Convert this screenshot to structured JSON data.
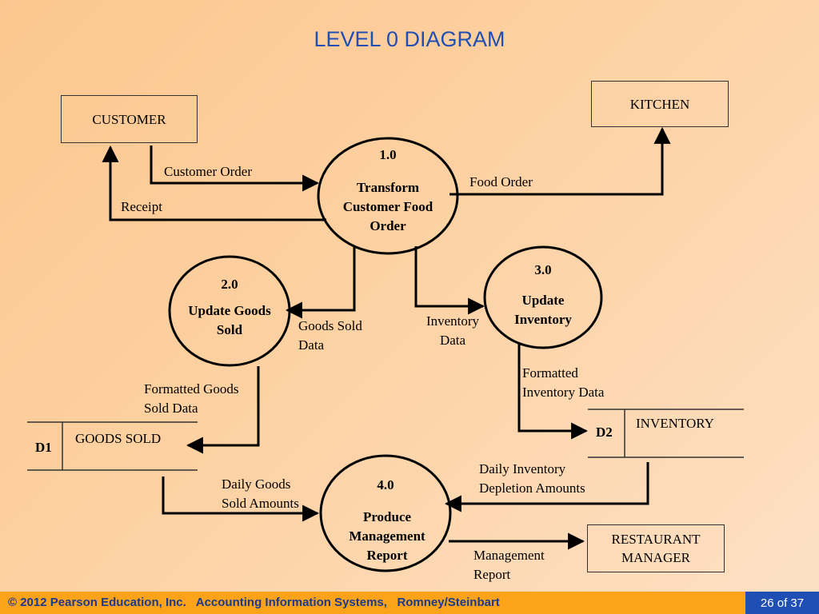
{
  "title": "LEVEL 0 DIAGRAM",
  "entities": {
    "customer": "CUSTOMER",
    "kitchen": "KITCHEN",
    "manager": "RESTAURANT MANAGER"
  },
  "processes": [
    {
      "number": "1.0",
      "name": "Transform Customer Food Order"
    },
    {
      "number": "2.0",
      "name": "Update Goods Sold"
    },
    {
      "number": "3.0",
      "name": "Update Inventory"
    },
    {
      "number": "4.0",
      "name": "Produce Management Report"
    }
  ],
  "stores": [
    {
      "id": "D1",
      "name": "GOODS SOLD"
    },
    {
      "id": "D2",
      "name": "INVENTORY"
    }
  ],
  "flows": {
    "customer_order": "Customer Order",
    "receipt": "Receipt",
    "food_order": "Food Order",
    "goods_sold_data": "Goods Sold Data",
    "inventory_data": "Inventory Data",
    "formatted_goods_sold_data": "Formatted Goods Sold Data",
    "formatted_inventory_data": "Formatted Inventory Data",
    "daily_goods_sold_amounts": "Daily Goods Sold Amounts",
    "daily_inventory_depletion_amounts": "Daily Inventory Depletion Amounts",
    "management_report": "Management Report"
  },
  "footer": {
    "copyright": "© 2012 Pearson Education, Inc.   Accounting Information Systems,   Romney/Steinbart",
    "page": "26 of 37"
  }
}
